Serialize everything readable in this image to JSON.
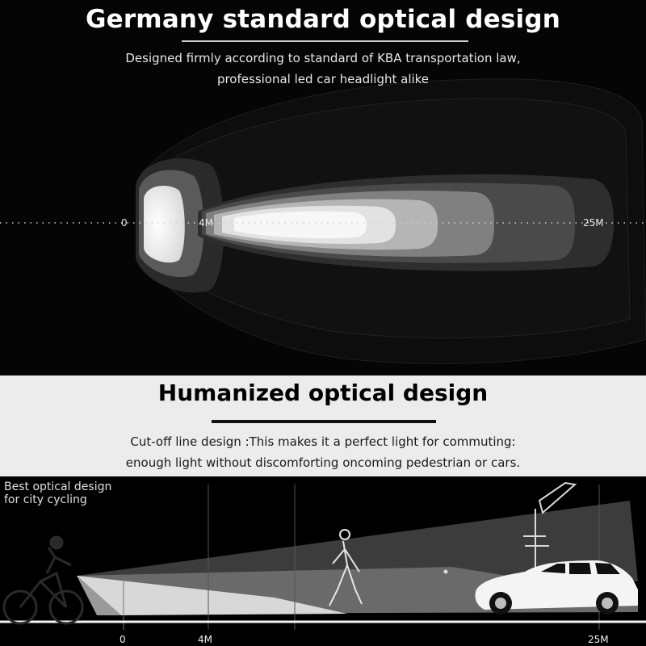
{
  "section1": {
    "title": "Germany standard optical design",
    "subtitle_line1": "Designed firmly according to standard of KBA transportation law,",
    "subtitle_line2": "professional led car headlight alike",
    "distance_labels": [
      "0",
      "4M",
      "25M"
    ]
  },
  "section2": {
    "title": "Humanized optical design",
    "desc_line1": "Cut-off line design :This makes it a perfect light for commuting:",
    "desc_line2": "enough light without discomforting oncoming pedestrian or cars."
  },
  "section3": {
    "note_line1": "Best optical design",
    "note_line2": "for city cycling",
    "distance_labels": [
      "0",
      "4M",
      "25M"
    ]
  },
  "colors": {
    "background": "#000000",
    "band": "#ececec",
    "text_light": "#ffffff",
    "beam_highlight": "#f4f4f4"
  }
}
